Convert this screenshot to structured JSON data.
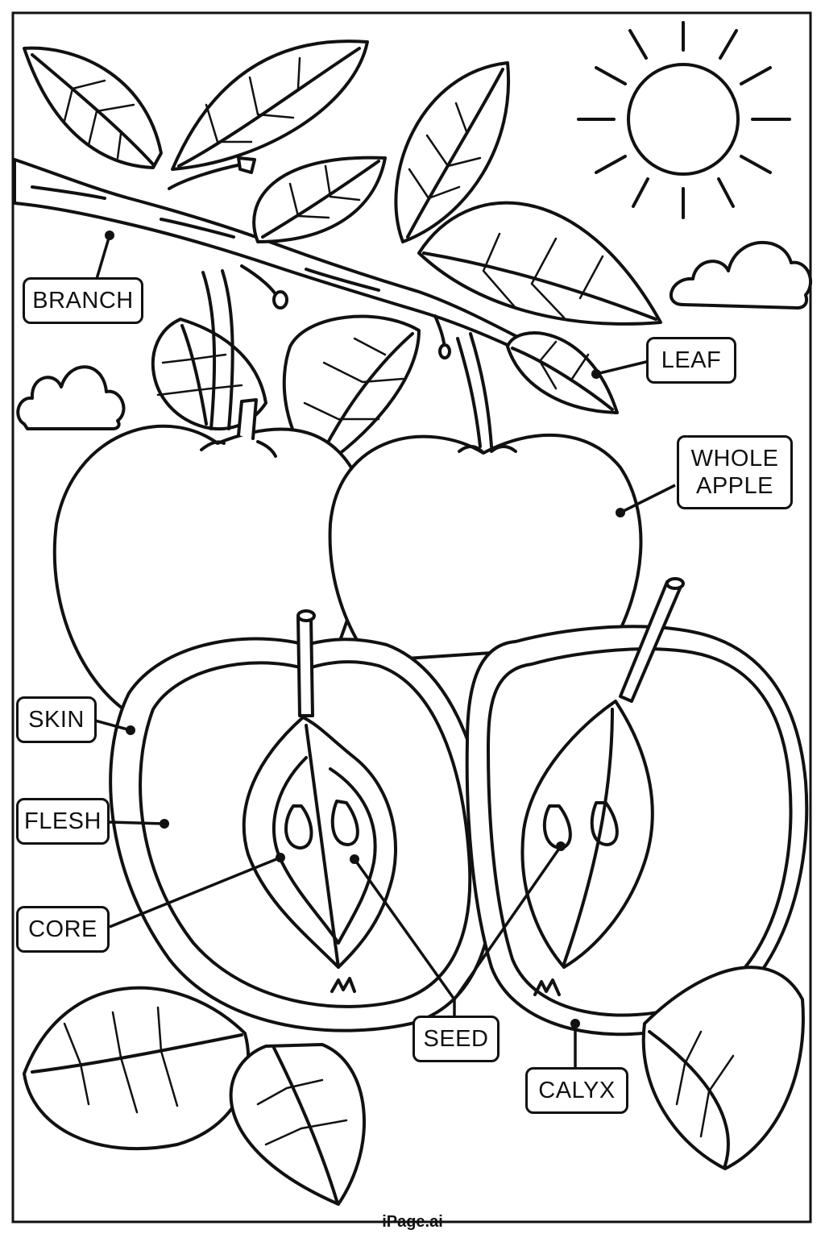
{
  "labels": {
    "branch": "BRANCH",
    "leaf": "LEAF",
    "whole_apple_line1": "WHOLE",
    "whole_apple_line2": "APPLE",
    "skin": "SKIN",
    "flesh": "FLESH",
    "core": "CORE",
    "seed": "SEED",
    "calyx": "CALYX"
  },
  "watermark": "iPage.ai",
  "colors": {
    "line": "#111111",
    "background": "#ffffff"
  }
}
